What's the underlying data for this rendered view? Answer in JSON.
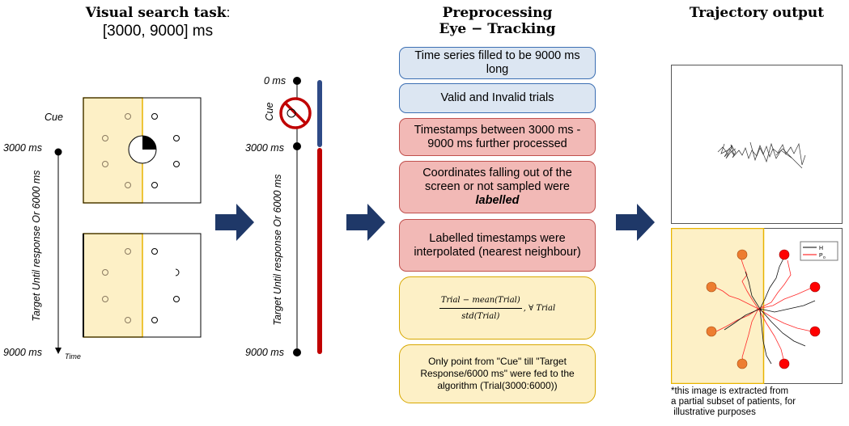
{
  "panel1": {
    "title_line1": "Visual search task",
    "title_colon": ":",
    "title_line2": "[3000, 9000] ms",
    "cue_label": "Cue",
    "t3000": "3000 ms",
    "t9000": "9000 ms",
    "time_label": "Time",
    "target_label": "Target Until response Or 6000 ms"
  },
  "panel2": {
    "t0": "0 ms",
    "cue_label": "Cue",
    "t3000": "3000 ms",
    "t9000": "9000 ms",
    "target_label": "Target Until response Or 6000 ms"
  },
  "panel3": {
    "title_line1": "Preprocessing",
    "title_line2": "Eye − Tracking",
    "steps": [
      "Time series filled to be 9000 ms long",
      "Valid and Invalid trials",
      "Timestamps between 3000 ms - 9000 ms further processed",
      "Coordinates falling out of the screen or not sampled were",
      "labelled",
      "Labelled timestamps were interpolated (nearest neighbour)"
    ],
    "formula_num": "Trial − mean(Trial)",
    "formula_den": "std(Trial)",
    "formula_tail": ", ∀ Trial",
    "last_step": "Only point from \"Cue\" till \"Target Response/6000 ms\" were fed to the algorithm (Trial(3000:6000))"
  },
  "panel4": {
    "title": "Trajectory output",
    "legend": [
      "H",
      "P"
    ],
    "legend_sub": "o",
    "footnote_line1": "*this image is extracted from",
    "footnote_line2": "a partial subset of patients, for",
    "footnote_line3": " illustrative purposes"
  },
  "colors": {
    "arrow": "#1f3868",
    "highlight": "#fdf0c6",
    "border_yellow": "#e8b400",
    "bar_blue": "#2e4a86",
    "bar_red": "#c00000",
    "target_red": "#ff0000",
    "target_orange": "#ed7d31"
  }
}
